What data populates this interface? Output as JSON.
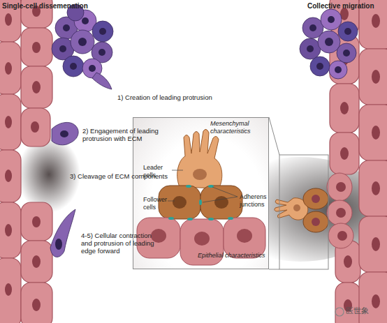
{
  "diagram": {
    "nodes": [
      {
        "text": [
          "Mesenchymal characteristics",
          "Leader cells",
          "Follower cells",
          "Adherens junctions",
          "Epithelial characteristics"
        ]
      }
    ],
    "labels": [
      "Single-cell dissemenation",
      "Collective migration",
      "1) Creation of leading protrusion",
      "2) Engagement of leading protrusion with ECM",
      "3) Cleavage of ECM components",
      "4-5) Cellular contraction and protrusion of leading edge forward",
      "医世象"
    ]
  }
}
